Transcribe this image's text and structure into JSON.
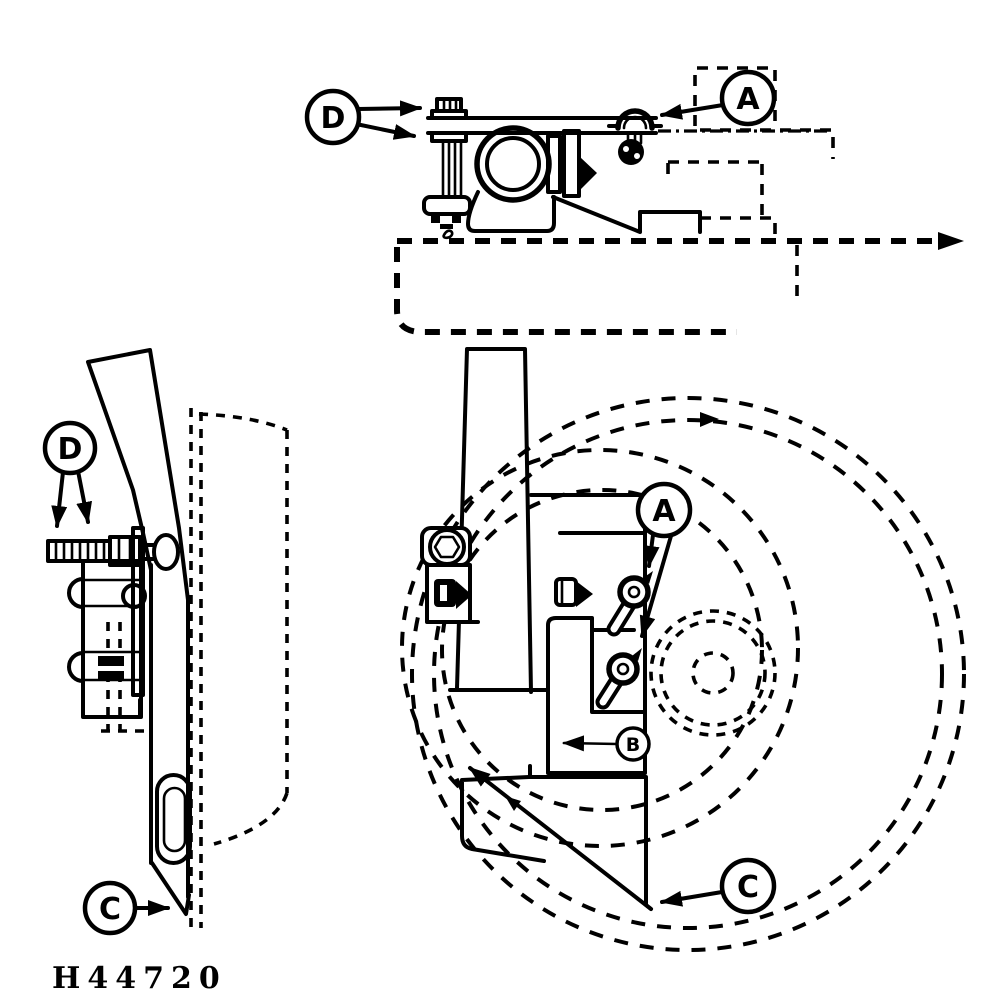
{
  "figure": {
    "part_number": "H44720",
    "callouts": {
      "a": "A",
      "b": "B",
      "c": "C",
      "d": "D"
    }
  },
  "colors": {
    "ink": "#000000",
    "paper": "#ffffff"
  }
}
